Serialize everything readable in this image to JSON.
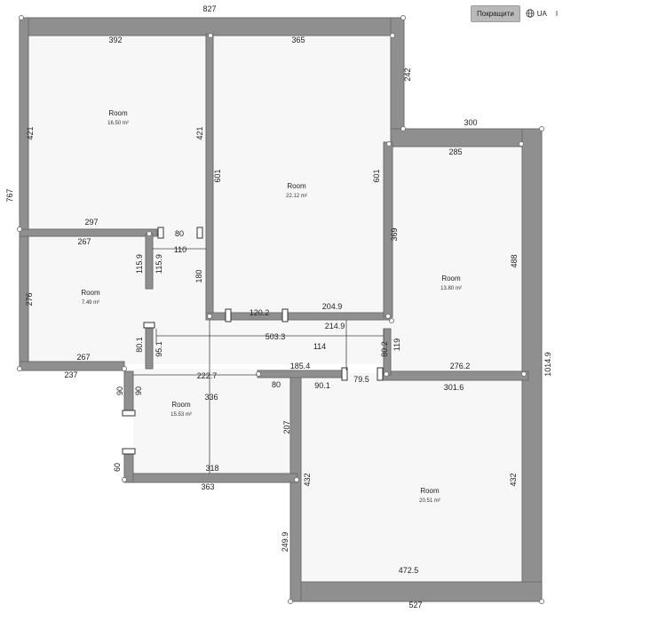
{
  "toolbar": {
    "improve_button": "Покращити",
    "language": "UA",
    "globe_icon": "globe-icon",
    "extra": "I"
  },
  "rooms": [
    {
      "id": "room-top-left",
      "name": "Room",
      "area": "16.50 m²"
    },
    {
      "id": "room-top-center",
      "name": "Room",
      "area": "22.12 m²"
    },
    {
      "id": "room-right",
      "name": "Room",
      "area": "13.80 m²"
    },
    {
      "id": "room-small-left",
      "name": "Room",
      "area": "7.49 m²"
    },
    {
      "id": "room-hall",
      "name": "Room",
      "area": "15.53 m²"
    },
    {
      "id": "room-bottom-right",
      "name": "Room",
      "area": "20.51 m²"
    }
  ],
  "dimensions": {
    "d827": "827",
    "d392": "392",
    "d365": "365",
    "d242": "242",
    "d300": "300",
    "d285": "285",
    "d421a": "421",
    "d421b": "421",
    "d767": "767",
    "d601a": "601",
    "d601b": "601",
    "d369": "369",
    "d488": "488",
    "d297": "297",
    "d80a": "80",
    "d267a": "267",
    "d110": "110",
    "d115a": "115.9",
    "d115b": "115.9",
    "d180": "180",
    "d276": "276",
    "d120": "120.2",
    "d204": "204.9",
    "d214": "214.9",
    "d503": "503.3",
    "d114": "114",
    "d80b": "80.1",
    "d95": "95.1",
    "d80c": "80.2",
    "d119": "119",
    "d267b": "267",
    "d237": "237",
    "d222": "222.7",
    "d185": "185.4",
    "d276b": "276.2",
    "d1014": "1014.9",
    "d90a": "90",
    "d90b": "90",
    "d80d": "80",
    "d90c": "90.1",
    "d79": "79.5",
    "d301": "301.6",
    "d336": "336",
    "d207": "207",
    "d432a": "432",
    "d432b": "432",
    "d60": "60",
    "d318": "318",
    "d363": "363",
    "d249": "249.9",
    "d472": "472.5",
    "d527": "527"
  },
  "colors": {
    "wall": "#8f8f8f",
    "floor": "#f7f7f7",
    "button": "#b9b9b9"
  }
}
